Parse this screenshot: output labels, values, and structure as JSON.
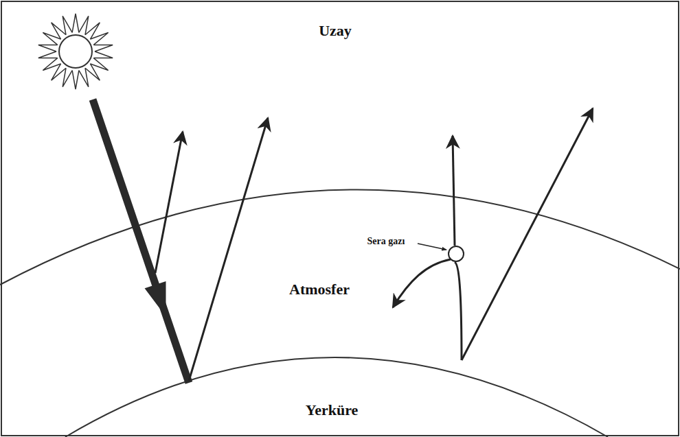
{
  "diagram": {
    "labels": [
      "Uzay",
      "Sera gazı",
      "Atmosfer",
      "Yerküre"
    ]
  }
}
